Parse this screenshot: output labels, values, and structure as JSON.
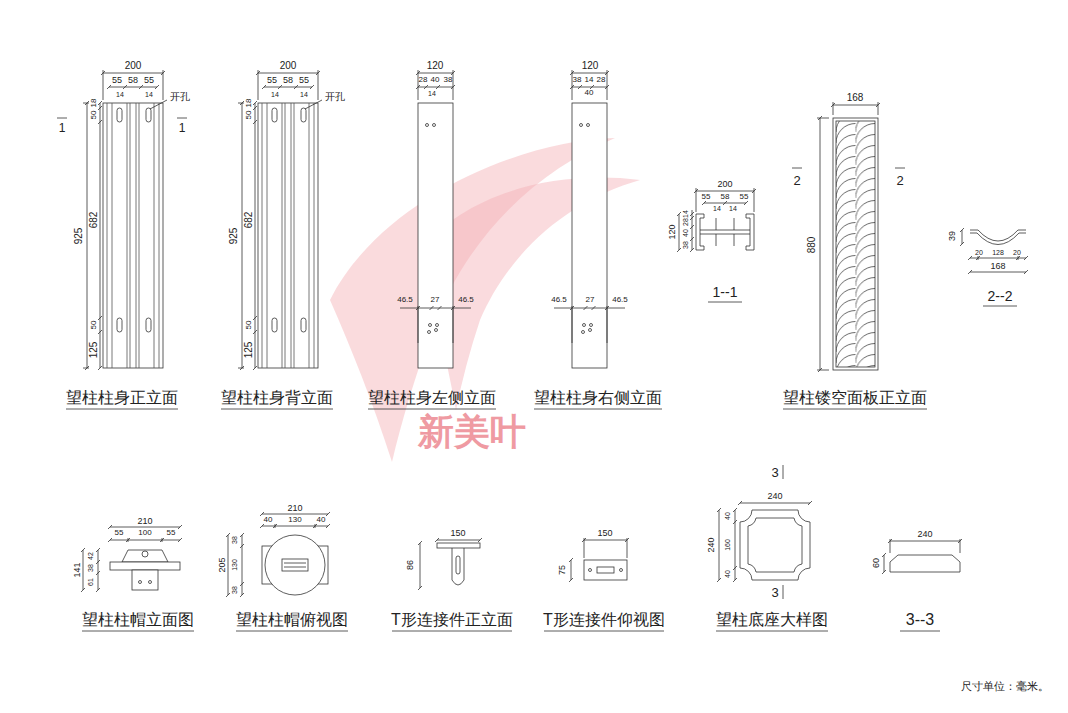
{
  "diagram": {
    "labels": [
      "200",
      "55",
      "58",
      "55",
      "14",
      "14",
      "18",
      "50",
      "925",
      "682",
      "50",
      "125",
      "开孔",
      "1",
      "1",
      "望柱柱身正立面",
      "200",
      "55",
      "58",
      "55",
      "14",
      "14",
      "18",
      "50",
      "925",
      "682",
      "50",
      "125",
      "开孔",
      "望柱柱身背立面",
      "120",
      "28",
      "40",
      "38",
      "14",
      "46.5",
      "27",
      "46.5",
      "望柱柱身左侧立面",
      "120",
      "38",
      "14",
      "28",
      "40",
      "46.5",
      "27",
      "46.5",
      "望柱柱身右侧立面",
      "200",
      "55",
      "58",
      "55",
      "14",
      "14",
      "120",
      "14",
      "28",
      "40",
      "38",
      "1--1",
      "168",
      "880",
      "2",
      "2",
      "望柱镂空面板正立面",
      "39",
      "20",
      "128",
      "20",
      "168",
      "2--2",
      "210",
      "55",
      "100",
      "55",
      "141",
      "42",
      "38",
      "61",
      "望柱柱帽立面图",
      "210",
      "40",
      "130",
      "40",
      "205",
      "38",
      "130",
      "38",
      "望柱柱帽俯视图",
      "150",
      "86",
      "T形连接件正立面",
      "150",
      "75",
      "T形连接件仰视图",
      "3",
      "240",
      "240",
      "40",
      "160",
      "40",
      "3",
      "望柱底座大样图",
      "240",
      "60",
      "3--3",
      "尺寸单位：毫米。",
      "新美叶"
    ]
  }
}
